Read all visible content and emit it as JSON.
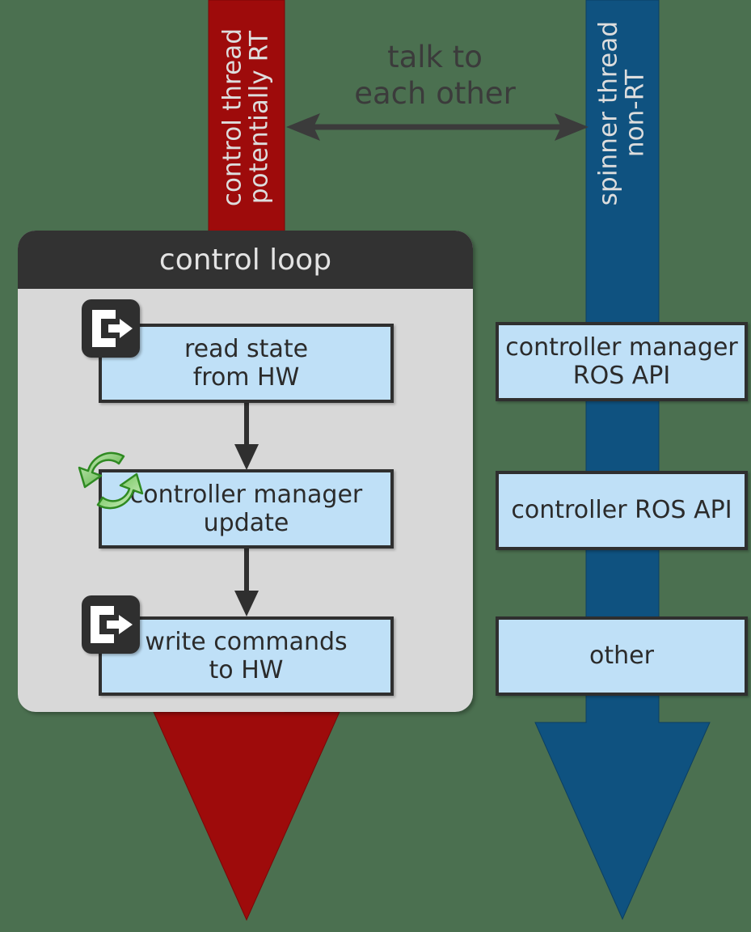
{
  "diagram": {
    "title": "ros2_control architecture: control thread and spinner thread",
    "background_color": "#4b7050"
  },
  "threads": {
    "control": {
      "name": "control thread",
      "qualifier": "potentially RT",
      "color": "#9e0b0b",
      "icon": "down-arrow-column"
    },
    "spinner": {
      "name": "spinner thread",
      "qualifier": "non-RT",
      "color": "#0f5280",
      "icon": "down-arrow-column"
    }
  },
  "annotation": {
    "line1": "talk to",
    "line2": "each other",
    "arrow_icon": "double-headed-horizontal-arrow-icon",
    "color": "#3b3b3b"
  },
  "control_loop": {
    "header": "control loop",
    "header_color": "#323232",
    "body_color": "#d8d8d8",
    "steps": [
      {
        "line1": "read state",
        "line2": "from HW",
        "icon": "import-arrow-in-icon"
      },
      {
        "line1": "controller manager",
        "line2": "update",
        "icon": "refresh-cycle-icon",
        "icon_color": "#46b446"
      },
      {
        "line1": "write commands",
        "line2": "to HW",
        "icon": "export-arrow-out-icon"
      }
    ],
    "box_fill": "#bfe0f7",
    "box_border": "#2f2f2f",
    "connector_icon": "down-arrow-icon"
  },
  "spinner_items": [
    {
      "line1": "controller manager",
      "line2": "ROS API"
    },
    {
      "line1": "controller ROS API",
      "line2": ""
    },
    {
      "line1": "other",
      "line2": ""
    }
  ]
}
